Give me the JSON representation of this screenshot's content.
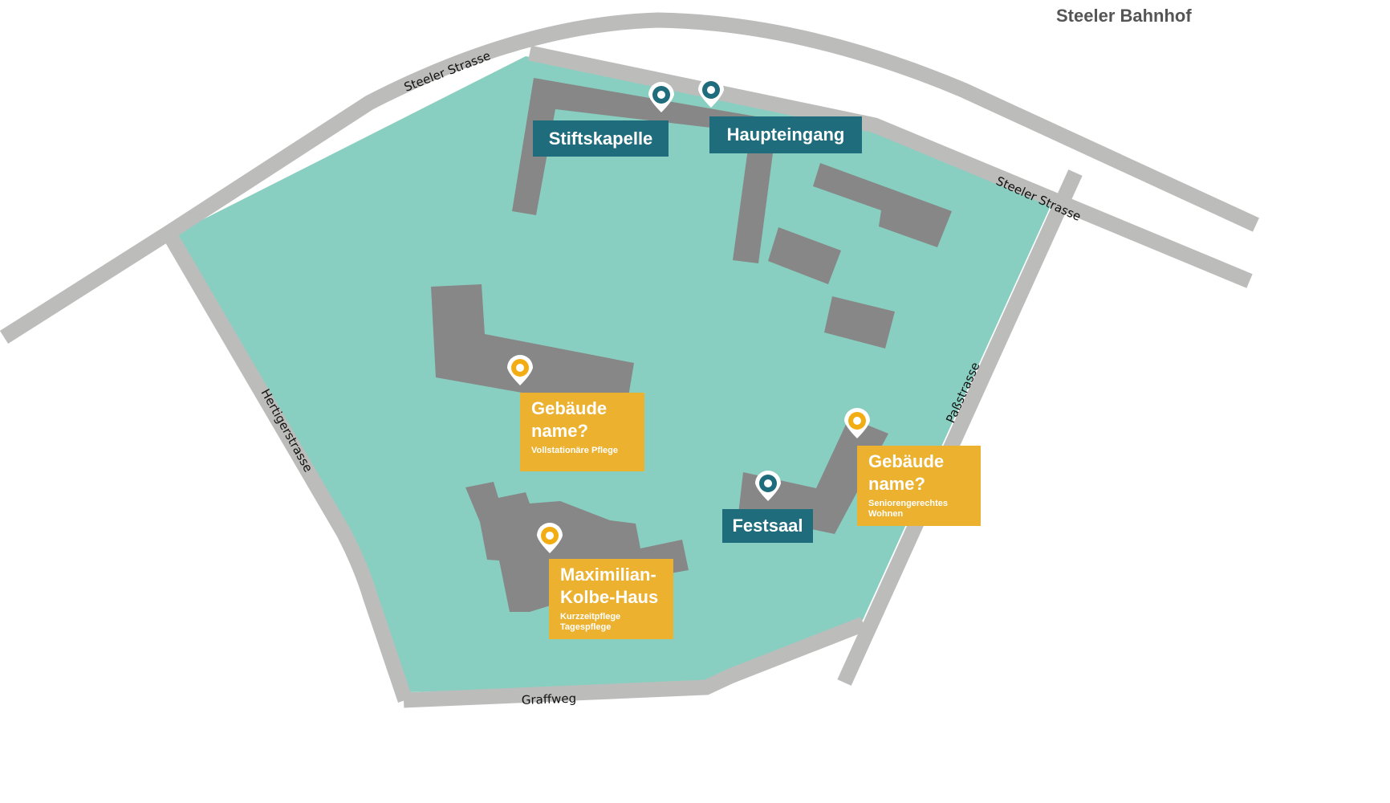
{
  "title": "Steeler Bahnhof",
  "colors": {
    "campus": "#89cfc1",
    "road": "#bcbcbb",
    "building": "#878787",
    "poi_teal": "#1f6c7c",
    "poi_orange": "#ebb12f"
  },
  "streets": {
    "steeler_1": "Steeler Strasse",
    "steeler_2": "Steeler Strasse",
    "pass": "Paßstrasse",
    "hertiger": "Hertigerstrasse",
    "graffweg": "Graffweg"
  },
  "places": {
    "stiftskapelle": "Stiftskapelle",
    "haupteingang": "Haupteingang",
    "festsaal": "Festsaal",
    "building1": {
      "title1": "Gebäude",
      "title2": "name?",
      "sub": "Vollstationäre Pflege"
    },
    "building2": {
      "title1": "Gebäude",
      "title2": "name?",
      "sub1": "Seniorengerechtes",
      "sub2": "Wohnen"
    },
    "maximilian": {
      "title1": "Maximilian-",
      "title2": "Kolbe-Haus",
      "sub1": "Kurzzeitpflege",
      "sub2": "Tagespflege"
    }
  }
}
